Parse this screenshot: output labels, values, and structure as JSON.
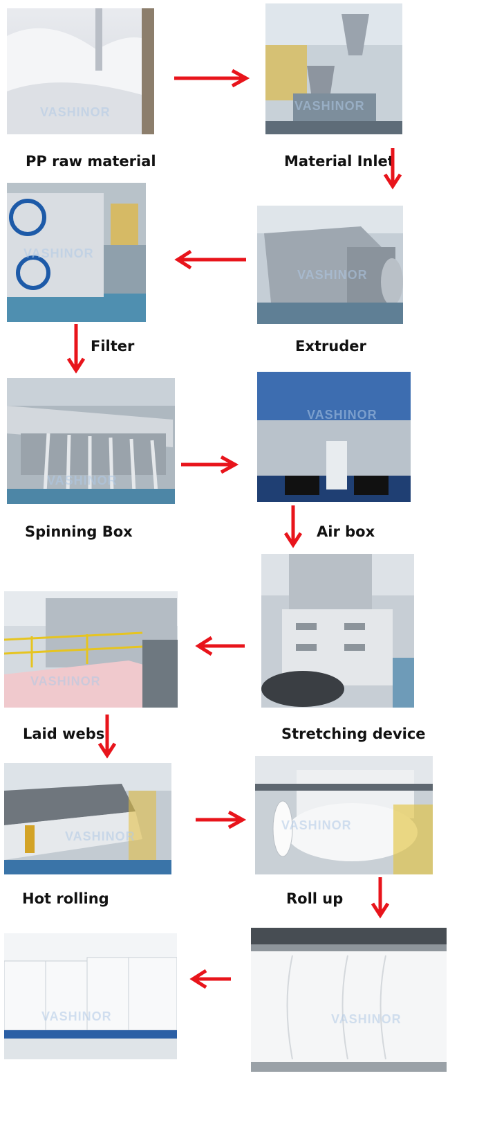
{
  "watermark": "VASHINOR",
  "accent_color": "#e8141b",
  "steps": [
    {
      "label": "PP raw material"
    },
    {
      "label": "Material Inlet"
    },
    {
      "label": "Extruder"
    },
    {
      "label": "Filter"
    },
    {
      "label": "Spinning Box"
    },
    {
      "label": "Air box"
    },
    {
      "label": "Stretching device"
    },
    {
      "label": "Laid webs"
    },
    {
      "label": "Hot rolling"
    },
    {
      "label": "Roll up"
    }
  ]
}
